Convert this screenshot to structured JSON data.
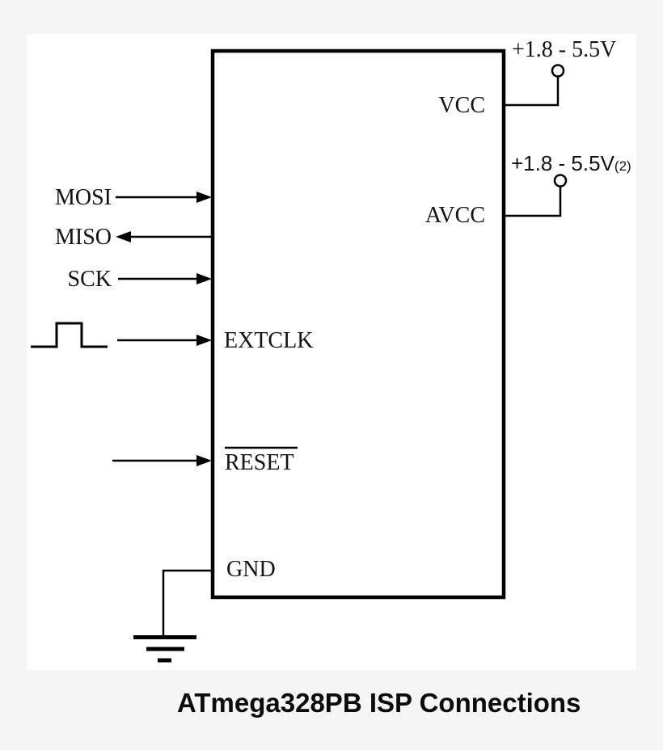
{
  "caption": "ATmega328PB ISP Connections",
  "colors": {
    "background": "#f5f5f6",
    "panel": "#fefefe",
    "line": "#000000",
    "text": "#131316"
  },
  "chip": {
    "left_pins": [
      {
        "label": "MOSI",
        "direction": "in"
      },
      {
        "label": "MISO",
        "direction": "out"
      },
      {
        "label": "SCK",
        "direction": "in"
      },
      {
        "label": "EXTCLK",
        "direction": "in",
        "source_icon": "clock-pulse"
      },
      {
        "label": "RESET",
        "direction": "in",
        "active_low": true
      },
      {
        "label": "GND",
        "connects_to": "ground"
      }
    ],
    "right_pins": [
      {
        "label": "VCC",
        "supply": "+1.8 - 5.5V",
        "note": ""
      },
      {
        "label": "AVCC",
        "supply": "+1.8 - 5.5V",
        "note": "(2)"
      }
    ]
  }
}
